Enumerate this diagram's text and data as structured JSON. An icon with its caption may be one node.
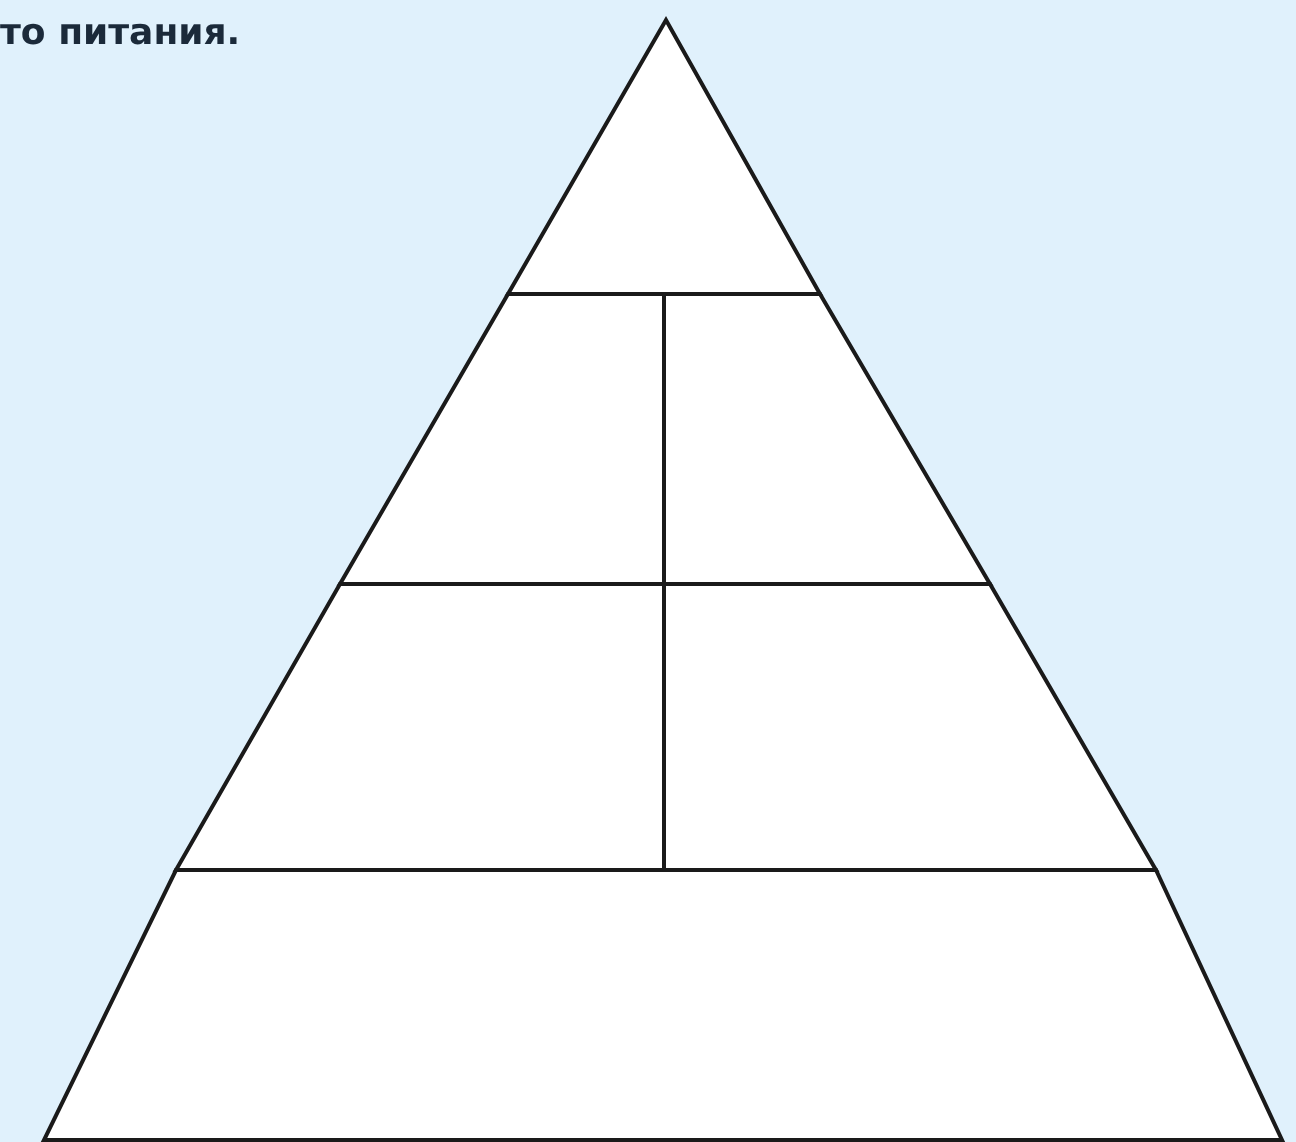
{
  "diagram": {
    "nodes": [
      {
        "text": [],
        "shape": "triangle"
      },
      {
        "text": [],
        "shape": "trapezoid"
      },
      {
        "text": [],
        "shape": "trapezoid"
      },
      {
        "text": [],
        "shape": "trapezoid"
      },
      {
        "text": [],
        "shape": "trapezoid"
      },
      {
        "text": [],
        "shape": "trapezoid"
      }
    ],
    "labels": [
      "то питания."
    ]
  }
}
